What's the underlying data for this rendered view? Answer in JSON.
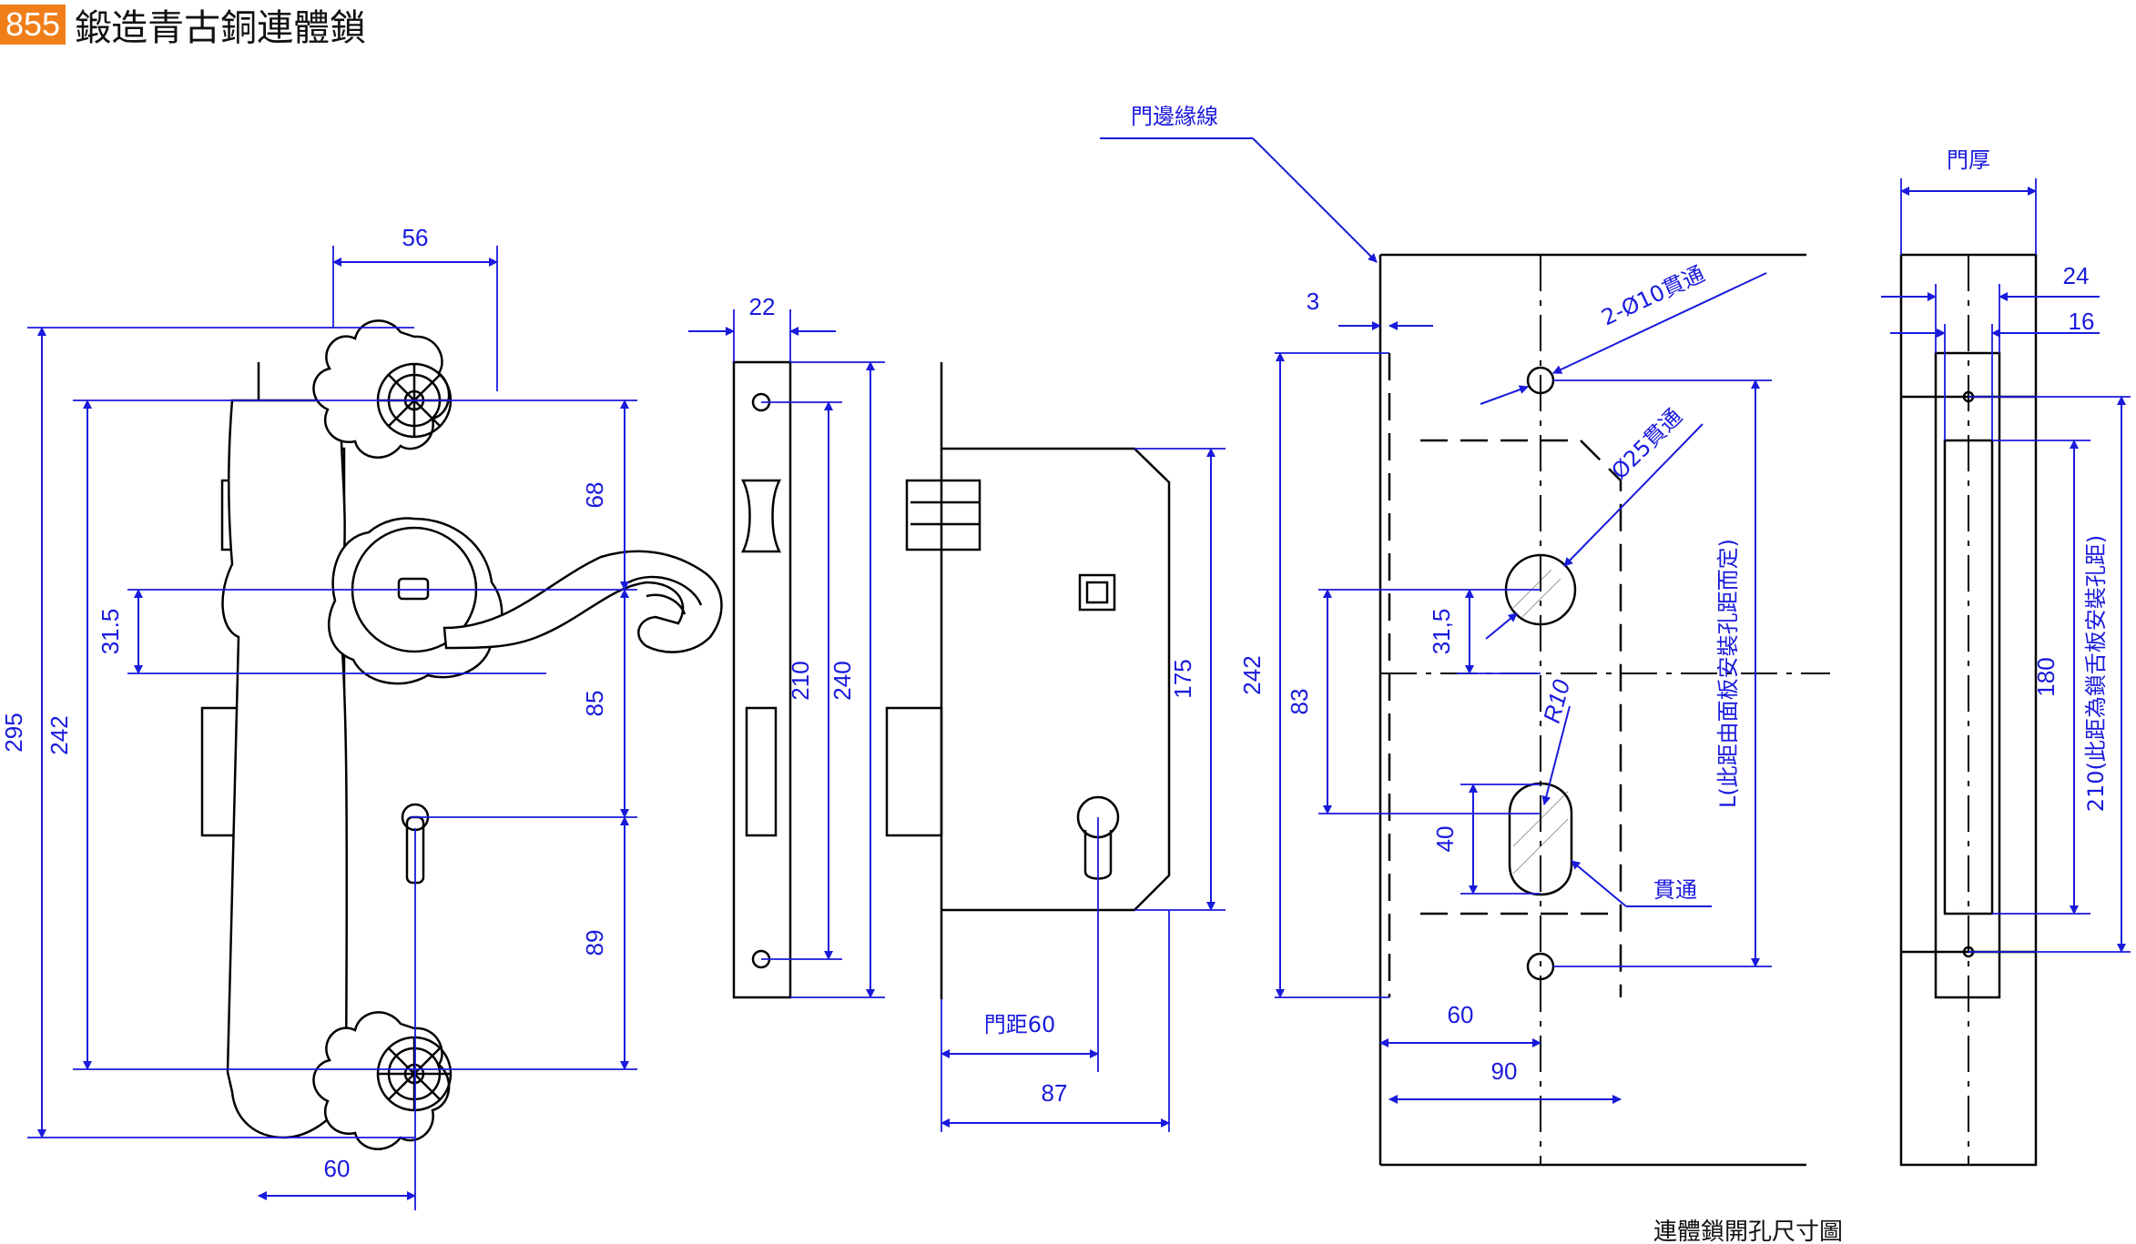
{
  "header": {
    "model_no": "855",
    "title": "鍛造青古銅連體鎖"
  },
  "colors": {
    "badge": "#f07f1a",
    "dimension": "#1a1adc",
    "outline": "#000000"
  },
  "front_view": {
    "dim_width_top": "56",
    "dim_68": "68",
    "dim_85": "85",
    "dim_89": "89",
    "dim_31_5": "31.5",
    "dim_242": "242",
    "dim_295": "295",
    "dim_60": "60"
  },
  "faceplate_view": {
    "dim_22": "22",
    "dim_210": "210",
    "dim_240": "240"
  },
  "case_view": {
    "dim_175": "175",
    "dim_backset_label": "門距60",
    "dim_87": "87"
  },
  "cutout_view": {
    "label_door_edge": "門邊緣線",
    "dim_3": "3",
    "label_2_holes": "2-Ø10貫通",
    "label_25_hole": "Ø25貫通",
    "dim_242": "242",
    "dim_83": "83",
    "dim_31_5": "31,5",
    "label_r10": "R10",
    "dim_40": "40",
    "label_through": "貫通",
    "label_L": "L(此距由面板安裝孔距而定)",
    "dim_60": "60",
    "dim_90": "90"
  },
  "edge_view": {
    "label_thickness": "門厚",
    "dim_24": "24",
    "dim_16": "16",
    "dim_180": "180",
    "label_210": "210(此距為鎖舌板安裝孔距)"
  },
  "footer": {
    "caption": "連體鎖開孔尺寸圖"
  }
}
